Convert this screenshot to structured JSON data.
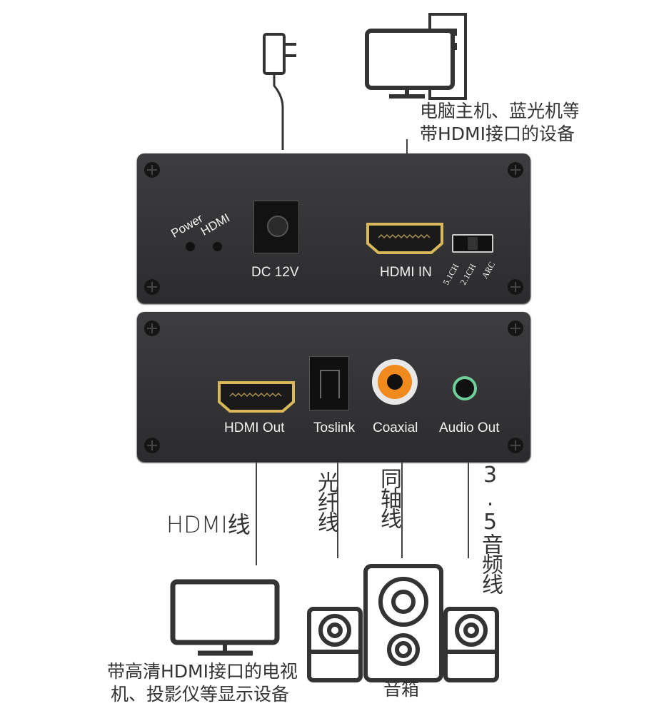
{
  "top_device_label": [
    "电脑主机、蓝光机等",
    "带HDMI接口的设备"
  ],
  "front_panel": {
    "led_power": "Power",
    "led_hdmi": "HDMI",
    "dc_label": "DC 12V",
    "hdmi_in_label": "HDMI IN",
    "switch_options": [
      "5.1CH",
      "2.1CH",
      "ARC"
    ]
  },
  "back_panel": {
    "hdmi_out_label": "HDMI Out",
    "toslink_label": "Toslink",
    "coaxial_label": "Coaxial",
    "audio_out_label": "Audio Out"
  },
  "cables": {
    "hdmi": "HDMI线",
    "optical": "光纤线",
    "coaxial": "同轴线",
    "aux": "3.5音频线"
  },
  "bottom_labels": {
    "tv": [
      "带高清HDMI接口的电视",
      "机、投影仪等显示设备"
    ],
    "speaker": "音箱"
  },
  "colors": {
    "panel": "#333335",
    "hdmi_port": "#d9b85a",
    "coaxial_ring": "#f08a1c",
    "aux_ring": "#6fcf9a"
  }
}
